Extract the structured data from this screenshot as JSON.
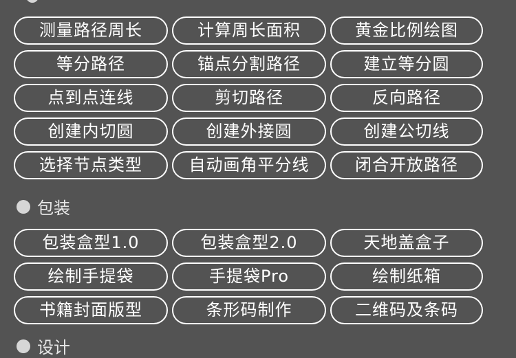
{
  "groups": [
    {
      "buttons": [
        "测量路径周长",
        "计算周长面积",
        "黄金比例绘图",
        "等分路径",
        "锚点分割路径",
        "建立等分圆",
        "点到点连线",
        "剪切路径",
        "反向路径",
        "创建内切圆",
        "创建外接圆",
        "创建公切线",
        "选择节点类型",
        "自动画角平分线",
        "闭合开放路径"
      ]
    },
    {
      "title": "包装",
      "buttons": [
        "包装盒型1.0",
        "包装盒型2.0",
        "天地盖盒子",
        "绘制手提袋",
        "手提袋Pro",
        "绘制纸箱",
        "书籍封面版型",
        "条形码制作",
        "二维码及条码"
      ]
    },
    {
      "title": "设计"
    }
  ]
}
